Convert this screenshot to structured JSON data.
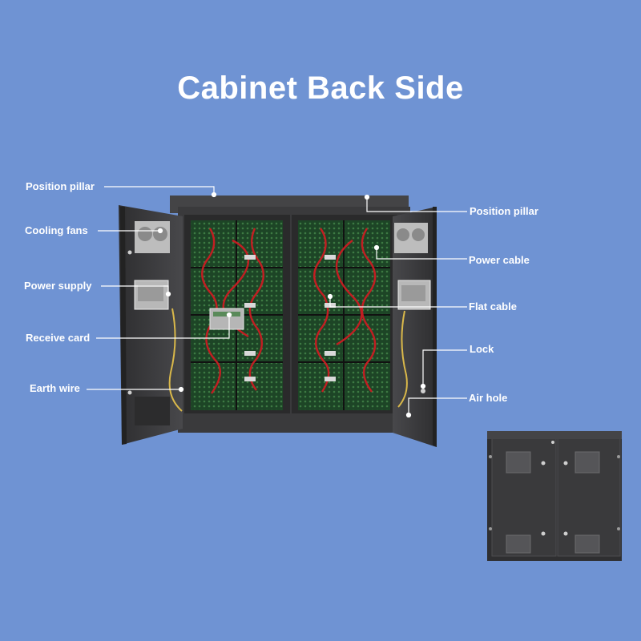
{
  "title": "Cabinet Back Side",
  "labels": {
    "position_pillar_left": "Position pillar",
    "cooling_fans": "Cooling fans",
    "power_supply": "Power supply",
    "receive_card": "Receive card",
    "earth_wire": "Earth wire",
    "position_pillar_right": "Position pillar",
    "power_cable": "Power cable",
    "flat_cable": "Flat cable",
    "lock": "Lock",
    "air_hole": "Air hole"
  },
  "colors": {
    "background": "#6f93d3",
    "text": "#ffffff",
    "cabinet": "#3c3c3e",
    "cable": "#c21e22",
    "module": "#1f4a2a"
  }
}
